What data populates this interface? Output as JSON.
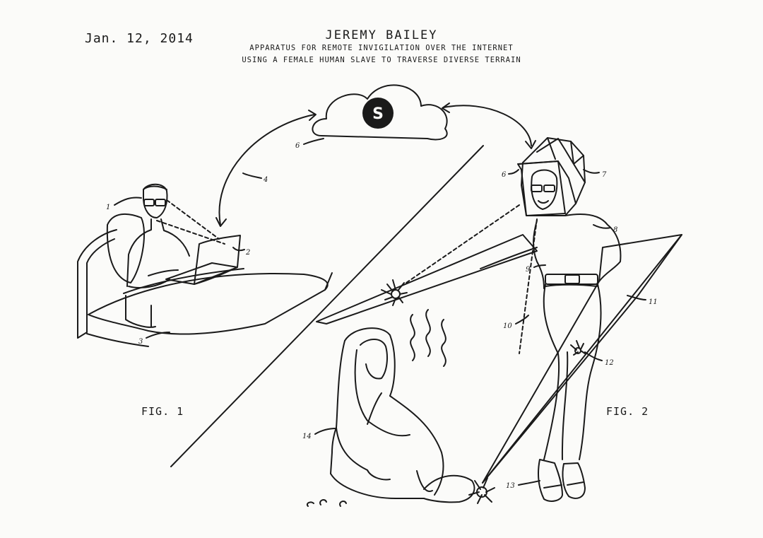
{
  "header": {
    "date": "Jan. 12, 2014",
    "author": "JEREMY BAILEY",
    "subtitle_line1": "APPARATUS FOR REMOTE INVIGILATION OVER THE INTERNET",
    "subtitle_line2": "USING A FEMALE HUMAN SLAVE TO TRAVERSE DIVERSE TERRAIN"
  },
  "figures": {
    "fig1_label": "FIG. 1",
    "fig2_label": "FIG. 2"
  },
  "cloud": {
    "logo_letter": "S"
  },
  "reference_numbers": {
    "r1": "1",
    "r2": "2",
    "r3": "3",
    "r4": "4",
    "r6a": "6",
    "r6b": "6",
    "r7": "7",
    "r8": "8",
    "r9": "9",
    "r10": "10",
    "r11": "11",
    "r12": "12",
    "r13": "13",
    "r14": "14"
  },
  "colors": {
    "ink": "#1a1a1a",
    "paper": "#fbfbf9"
  }
}
